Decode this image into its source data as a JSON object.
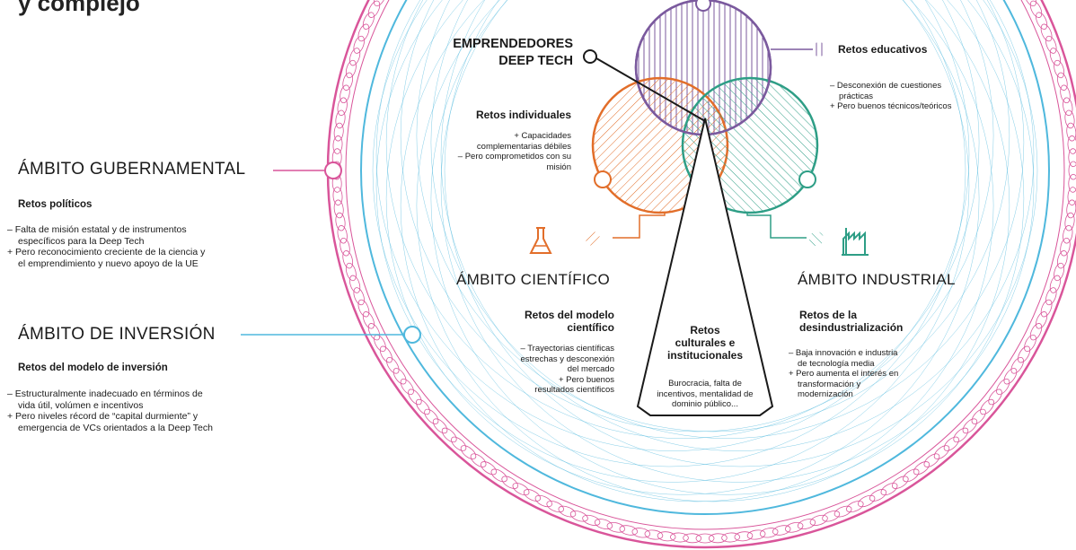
{
  "title_fragment": "y complejo",
  "colors": {
    "pink": "#d9559a",
    "blue": "#4fb8dd",
    "purple": "#7b5a9e",
    "orange": "#e26e2a",
    "green": "#2e9e86",
    "dark": "#1a1a1a"
  },
  "entrepreneurs": {
    "label_line1": "EMPRENDEDORES",
    "label_line2": "DEEP TECH"
  },
  "individual": {
    "heading": "Retos individuales",
    "items": [
      "+ Capacidades",
      "complementarias débiles",
      "– Pero comprometidos con su",
      "misión"
    ]
  },
  "educational": {
    "heading": "Retos educativos",
    "items": [
      "– Desconexión de cuestiones",
      "prácticas",
      "+ Pero buenos técnicos/teóricos"
    ]
  },
  "government": {
    "title": "ÁMBITO GUBERNAMENTAL",
    "heading": "Retos políticos",
    "items": [
      "– Falta de misión estatal y de instrumentos",
      "específicos para la Deep Tech",
      "+ Pero reconocimiento creciente de la ciencia y",
      "el emprendimiento y nuevo apoyo de la UE"
    ]
  },
  "investment": {
    "title": "ÁMBITO DE INVERSIÓN",
    "heading": "Retos del modelo de inversión",
    "items": [
      "– Estructuralmente inadecuado en términos de",
      "vida útil, volúmen e incentivos",
      "+ Pero niveles récord de “capital durmiente” y",
      "emergencia de VCs orientados a la Deep Tech"
    ]
  },
  "scientific": {
    "title": "ÁMBITO CIENTÍFICO",
    "heading_line1": "Retos del modelo",
    "heading_line2": "científico",
    "items": [
      "– Trayectorias científicas",
      "estrechas y desconexión",
      "del mercado",
      "+ Pero buenos",
      "resultados científicos"
    ]
  },
  "cultural": {
    "heading_line1": "Retos",
    "heading_line2": "culturales e",
    "heading_line3": "institucionales",
    "items": [
      "Burocracia, falta de",
      "incentivos, mentalidad de",
      "dominio público..."
    ]
  },
  "industrial": {
    "title": "ÁMBITO INDUSTRIAL",
    "heading_line1": "Retos de la",
    "heading_line2": "desindustrialización",
    "items": [
      "– Baja innovación e industria",
      "de tecnología media",
      "+ Pero aumenta el interés en",
      "transformación y",
      "modernización"
    ]
  },
  "icons": {
    "scientific": "flask-icon",
    "industrial": "factory-icon",
    "educational": "striped-ball-icon"
  }
}
